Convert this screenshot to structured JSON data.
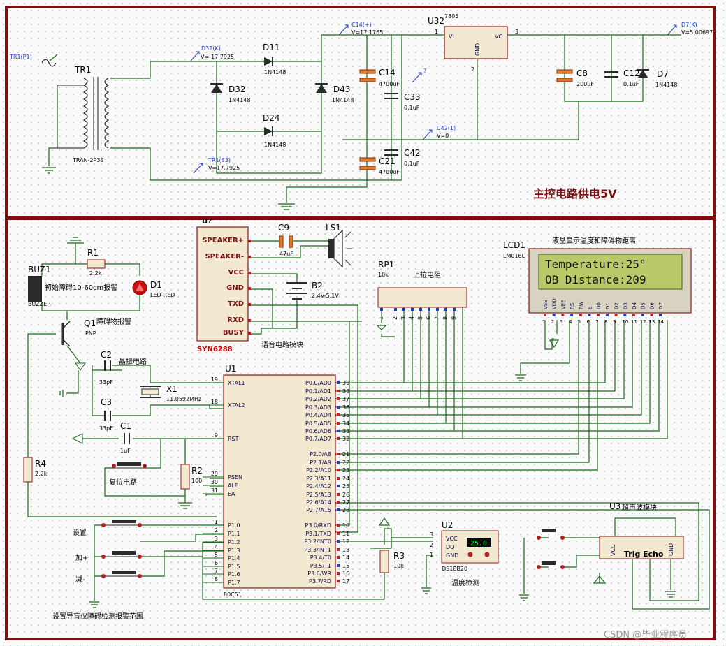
{
  "top_section": {
    "title": "主控电路供电5V",
    "transformer": {
      "ref": "TR1",
      "model": "TRAN-2P3S"
    },
    "probes": {
      "tr1_p1": "TR1(P1)",
      "d32_k": "D32(K)",
      "d32_v": "V=-17.7925",
      "tr1_s3": "TR1(S3)",
      "tr1_s3_v": "V=17.7925",
      "c14_p": "C14(+)",
      "c14_v": "V=17.1765",
      "c42_1": "C42(1)",
      "c42_v": "V=0",
      "d7_k": "D7(K)",
      "d7_v": "V=5.00697",
      "q_mark": "?"
    },
    "diodes": [
      {
        "ref": "D11",
        "model": "1N4148"
      },
      {
        "ref": "D32",
        "model": "1N4148"
      },
      {
        "ref": "D24",
        "model": "1N4148"
      },
      {
        "ref": "D43",
        "model": "1N4148"
      },
      {
        "ref": "D7",
        "model": "1N4148"
      }
    ],
    "capacitors": [
      {
        "ref": "C14",
        "value": "4700uF"
      },
      {
        "ref": "C33",
        "value": "0.1uF"
      },
      {
        "ref": "C21",
        "value": "4700uF"
      },
      {
        "ref": "C42",
        "value": "0.1uF"
      },
      {
        "ref": "C8",
        "value": "200uF"
      },
      {
        "ref": "C12",
        "value": "0.1uF"
      }
    ],
    "regulator": {
      "ref": "U32",
      "model": "7805",
      "vi": "VI",
      "vo": "VO",
      "gnd": "GND",
      "pin1": "1",
      "pin2": "2",
      "pin3": "3"
    }
  },
  "bottom_section": {
    "buzzer": {
      "ref": "BUZ1",
      "type": "BUZZER",
      "label": "初始障碍10-60cm报警"
    },
    "r1": {
      "ref": "R1",
      "value": "2.2k"
    },
    "d1": {
      "ref": "D1",
      "model": "LED-RED"
    },
    "q1": {
      "ref": "Q1",
      "type": "PNP",
      "label": "障碍物报警"
    },
    "c2": {
      "ref": "C2",
      "value": "33pF"
    },
    "c3": {
      "ref": "C3",
      "value": "33pF"
    },
    "crystal_label": "晶振电路",
    "x1": {
      "ref": "X1",
      "value": "11.0592MHz"
    },
    "c1": {
      "ref": "C1",
      "value": "1uF"
    },
    "reset_label": "复位电路",
    "r2": {
      "ref": "R2",
      "value": "100"
    },
    "r4": {
      "ref": "R4",
      "value": "2.2k"
    },
    "buttons": {
      "set": "设置",
      "plus": "加+",
      "minus": "减-",
      "caption": "设置导盲仪障碍检测报警范围"
    },
    "syn": {
      "ref": "U?",
      "model": "SYN6288",
      "pins": [
        "SPEAKER+",
        "SPEAKER-",
        "VCC",
        "GND",
        "TXD",
        "RXD",
        "BUSY"
      ],
      "label": "语音电路模块"
    },
    "c9": {
      "ref": "C9",
      "value": "47uF"
    },
    "ls1": {
      "ref": "LS1"
    },
    "b2": {
      "ref": "B2",
      "value": "2.4V-5.1V"
    },
    "rp1": {
      "ref": "RP1",
      "value": "10k",
      "label": "上拉电阻",
      "pins": [
        "1",
        "2",
        "3",
        "4",
        "5",
        "6",
        "7",
        "8",
        "9"
      ]
    },
    "lcd": {
      "ref": "LCD1",
      "model": "LM016L",
      "caption": "液晶显示温度和障碍物距离",
      "line1": "Temperature:25°",
      "line2": "OB Distance:209",
      "pins": [
        "VSS",
        "VDD",
        "VEE",
        "RS",
        "RW",
        "E",
        "D0",
        "D1",
        "D2",
        "D3",
        "D4",
        "D5",
        "D6",
        "D7"
      ],
      "pin_nums": [
        "1",
        "2",
        "3",
        "4",
        "5",
        "6",
        "7",
        "8",
        "9",
        "10",
        "11",
        "12",
        "13",
        "14"
      ]
    },
    "mcu": {
      "ref": "U1",
      "model": "80C51",
      "left_pins": [
        {
          "num": "19",
          "name": "XTAL1"
        },
        {
          "num": "18",
          "name": "XTAL2"
        },
        {
          "num": "9",
          "name": "RST"
        },
        {
          "num": "29",
          "name": "PSEN"
        },
        {
          "num": "30",
          "name": "ALE"
        },
        {
          "num": "31",
          "name": "EA"
        },
        {
          "num": "1",
          "name": "P1.0"
        },
        {
          "num": "2",
          "name": "P1.1"
        },
        {
          "num": "3",
          "name": "P1.2"
        },
        {
          "num": "4",
          "name": "P1.3"
        },
        {
          "num": "5",
          "name": "P1.4"
        },
        {
          "num": "6",
          "name": "P1.5"
        },
        {
          "num": "7",
          "name": "P1.6"
        },
        {
          "num": "8",
          "name": "P1.7"
        }
      ],
      "right_pins": [
        {
          "num": "39",
          "name": "P0.0/AD0"
        },
        {
          "num": "38",
          "name": "P0.1/AD1"
        },
        {
          "num": "37",
          "name": "P0.2/AD2"
        },
        {
          "num": "36",
          "name": "P0.3/AD3"
        },
        {
          "num": "35",
          "name": "P0.4/AD4"
        },
        {
          "num": "34",
          "name": "P0.5/AD5"
        },
        {
          "num": "33",
          "name": "P0.6/AD6"
        },
        {
          "num": "32",
          "name": "P0.7/AD7"
        },
        {
          "num": "21",
          "name": "P2.0/A8"
        },
        {
          "num": "22",
          "name": "P2.1/A9"
        },
        {
          "num": "23",
          "name": "P2.2/A10"
        },
        {
          "num": "24",
          "name": "P2.3/A11"
        },
        {
          "num": "25",
          "name": "P2.4/A12"
        },
        {
          "num": "26",
          "name": "P2.5/A13"
        },
        {
          "num": "27",
          "name": "P2.6/A14"
        },
        {
          "num": "28",
          "name": "P2.7/A15"
        },
        {
          "num": "10",
          "name": "P3.0/RXD"
        },
        {
          "num": "11",
          "name": "P3.1/TXD"
        },
        {
          "num": "12",
          "name": "P3.2/INT0"
        },
        {
          "num": "13",
          "name": "P3.3/INT1"
        },
        {
          "num": "14",
          "name": "P3.4/T0"
        },
        {
          "num": "15",
          "name": "P3.5/T1"
        },
        {
          "num": "16",
          "name": "P3.6/WR"
        },
        {
          "num": "17",
          "name": "P3.7/RD"
        }
      ]
    },
    "ds18b20": {
      "ref": "U2",
      "model": "DS18B20",
      "reading": "25.0",
      "pins": [
        "VCC",
        "DQ",
        "GND"
      ],
      "pin_nums": [
        "3",
        "2",
        "1"
      ],
      "label": "温度检测"
    },
    "r3": {
      "ref": "R3",
      "value": "10k"
    },
    "ultrasonic": {
      "ref": "U3",
      "label": "超声波模块",
      "pins": [
        "VCC",
        "Trig",
        "Echo",
        "GND"
      ]
    }
  },
  "watermark": "CSDN @毕业程序员",
  "colors": {
    "frame": "#7a1010",
    "wire": "#1a6a1a",
    "chip_fill": "#f2e9d0",
    "chip_border": "#8a1a1a",
    "lcd_bg": "#b8c96a",
    "lcd_text": "#101010"
  }
}
